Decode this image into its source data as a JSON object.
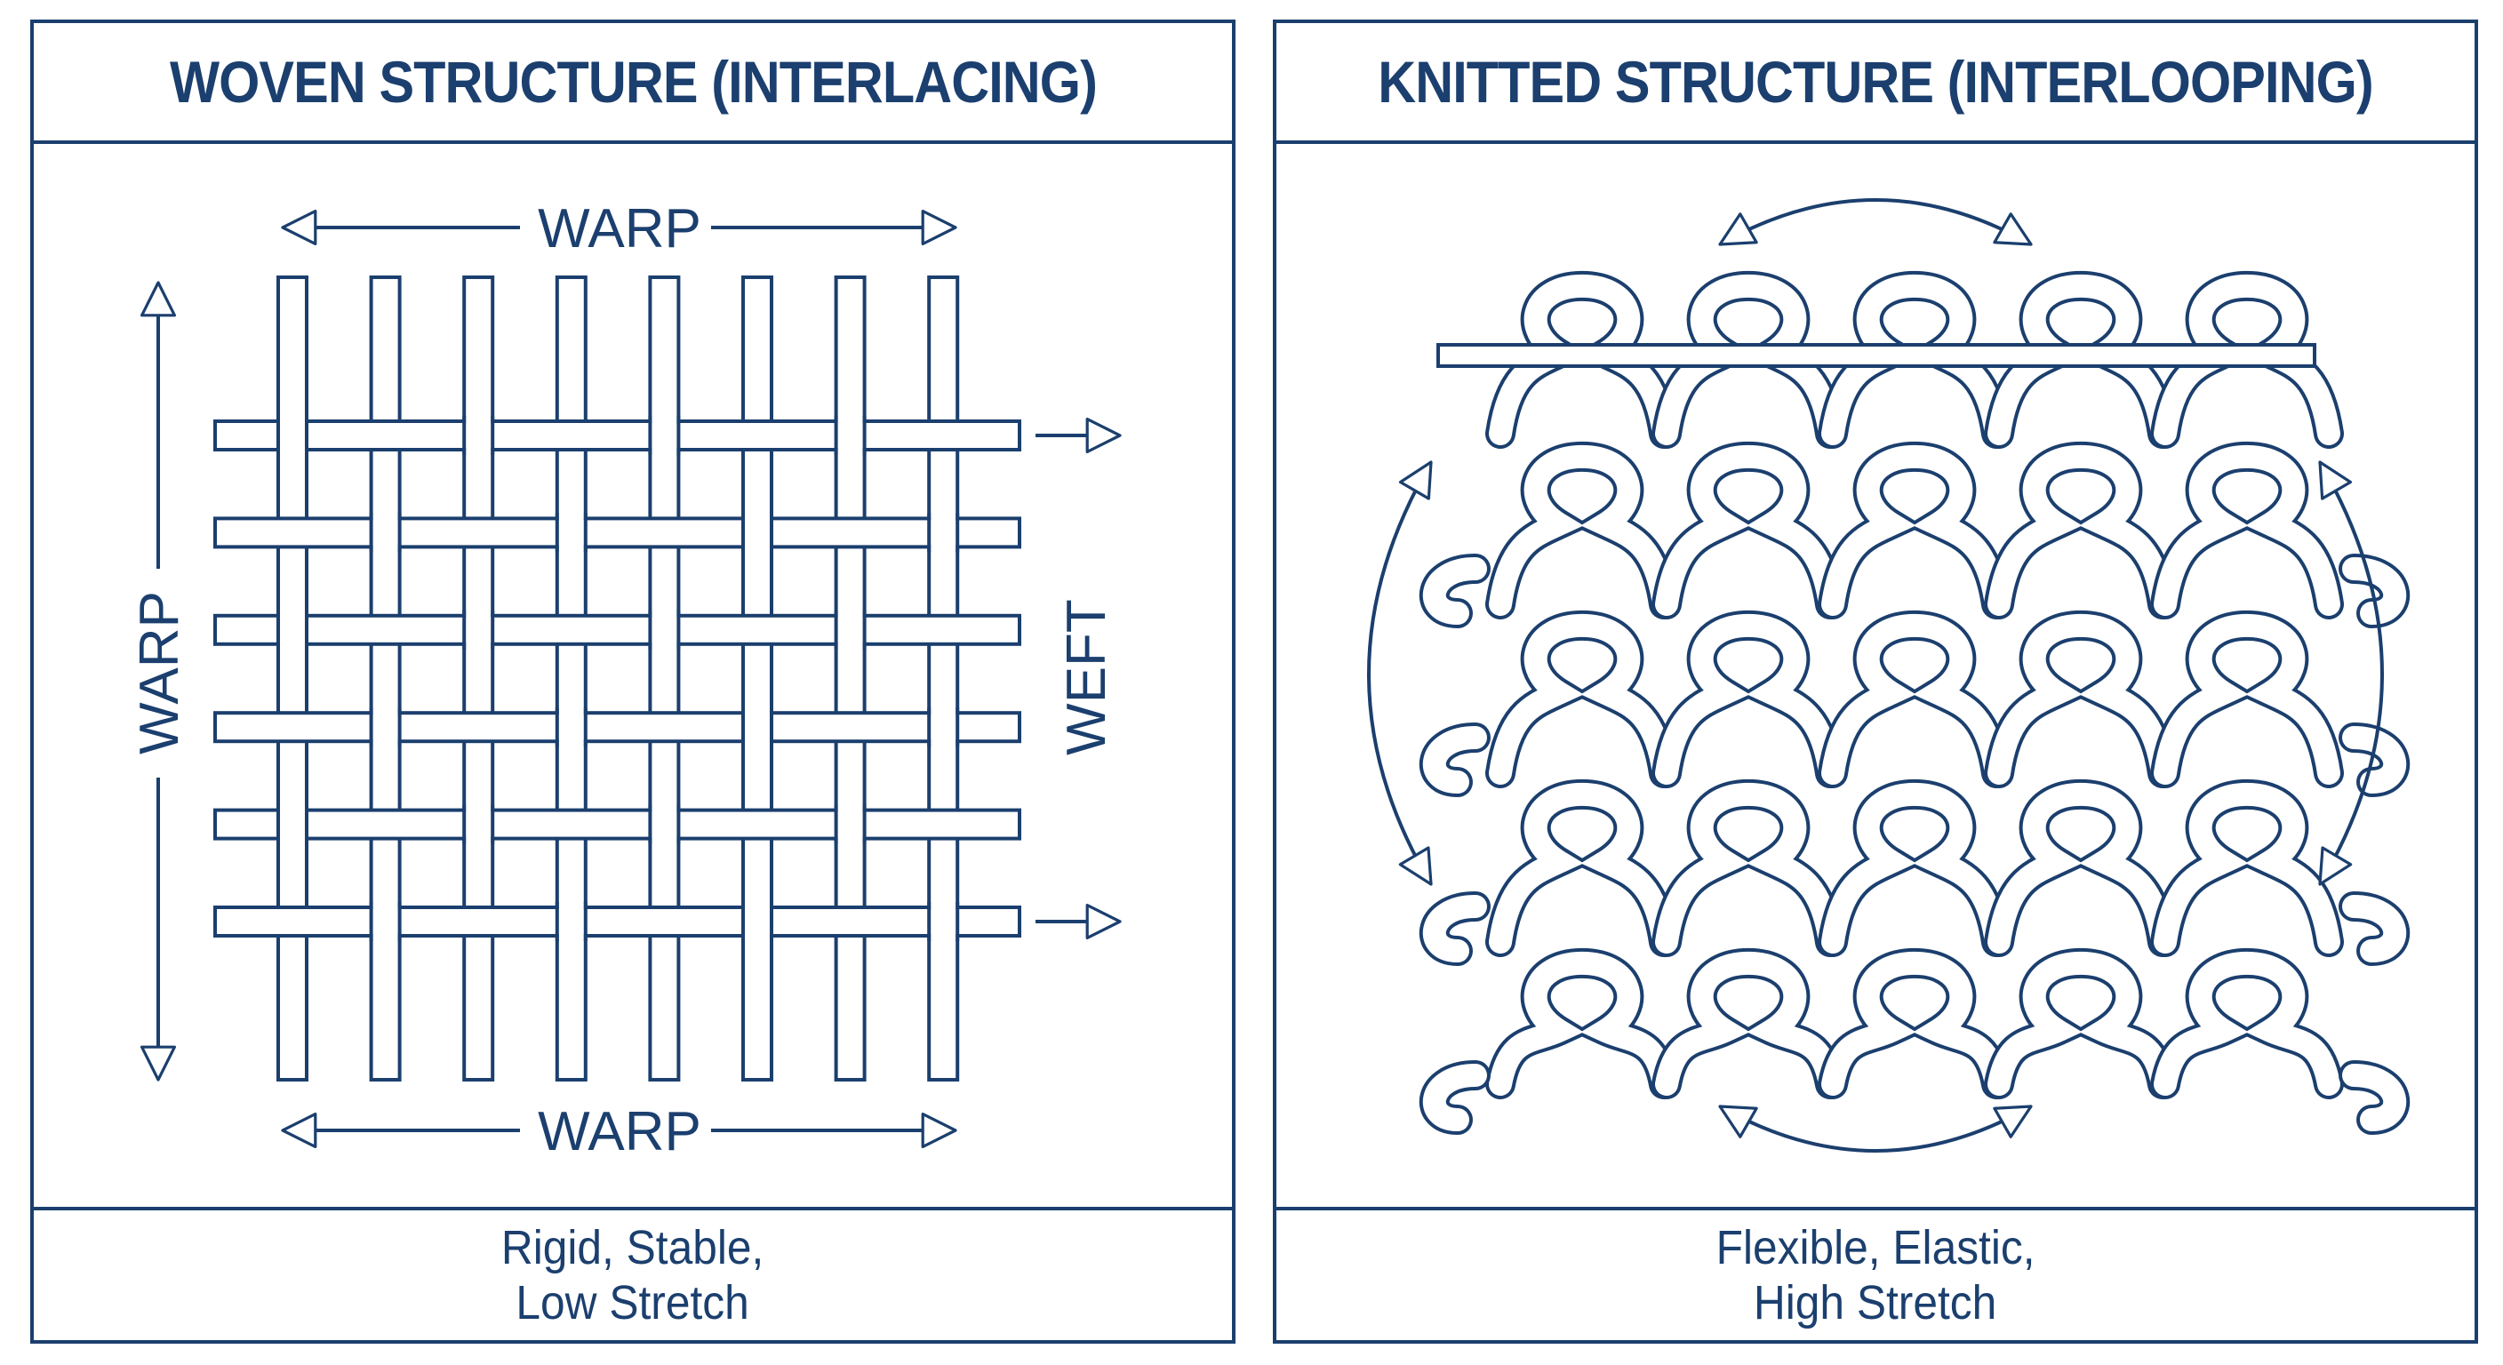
{
  "colors": {
    "ink": "#1b3f6e",
    "background": "#ffffff"
  },
  "woven": {
    "title": "WOVEN STRUCTURE (INTERLACING)",
    "labels": {
      "top": "WARP",
      "bottom": "WARP",
      "left": "WARP",
      "right": "WEFT"
    },
    "caption": [
      "Rigid, Stable,",
      "Low Stretch"
    ],
    "warp_count": 8,
    "weft_count": 6,
    "icons": [
      "double-arrow-horizontal-icon",
      "double-arrow-vertical-icon",
      "arrow-right-icon"
    ]
  },
  "knitted": {
    "title": "KNITTED STRUCTURE (INTERLOOPING)",
    "caption": [
      "Flexible, Elastic,",
      "High Stretch"
    ],
    "loop_columns": 5,
    "loop_rows": 4,
    "icons": [
      "curved-double-arrow-icon",
      "knitting-needle-icon"
    ]
  }
}
